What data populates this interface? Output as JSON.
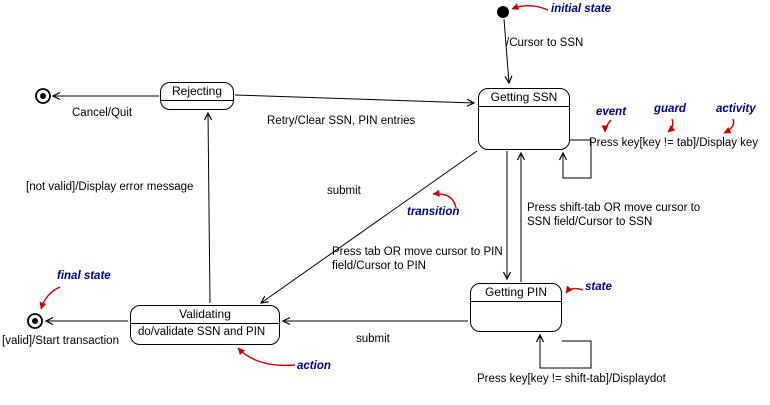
{
  "states": {
    "rejecting": {
      "name": "Rejecting"
    },
    "getting_ssn": {
      "name": "Getting SSN"
    },
    "getting_pin": {
      "name": "Getting PIN"
    },
    "validating": {
      "name": "Validating",
      "internal_action": "do/validate SSN and PIN"
    }
  },
  "transitions": {
    "initial_to_getting_ssn": "/Cursor to SSN",
    "rejecting_to_final": "Cancel/Quit",
    "rejecting_to_getting_ssn": "Retry/Clear SSN, PIN entries",
    "validating_to_rejecting": "[not valid]/Display error message",
    "getting_ssn_to_validating": "submit",
    "getting_pin_to_validating": "submit",
    "getting_ssn_to_getting_pin": "Press tab OR move cursor to PIN field/Cursor to PIN",
    "getting_pin_to_getting_ssn": "Press shift-tab OR move cursor to SSN field/Cursor to SSN",
    "getting_ssn_self": "Press key[key != tab]/Display key",
    "getting_pin_self": "Press key[key != shift-tab]/Displaydot",
    "validating_to_final": "[valid]/Start transaction"
  },
  "annotations": {
    "initial_state": "initial state",
    "event": "event",
    "guard": "guard",
    "activity": "activity",
    "transition": "transition",
    "state": "state",
    "final_state": "final state",
    "action": "action"
  },
  "colors": {
    "annotation_text": "#000080",
    "annotation_arrow": "#cc0000",
    "diagram_line": "#000000",
    "background": "#ffffff"
  }
}
